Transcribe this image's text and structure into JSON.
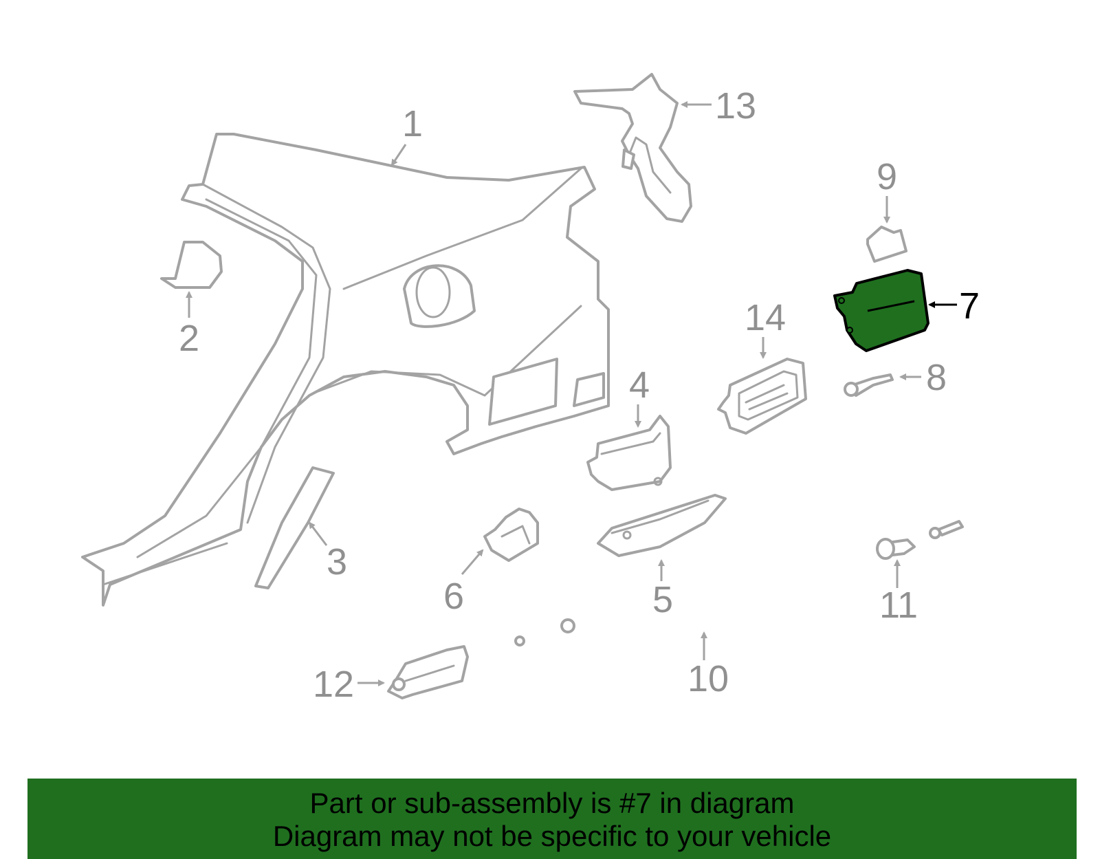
{
  "callouts": {
    "c1": "1",
    "c2": "2",
    "c3": "3",
    "c4": "4",
    "c5": "5",
    "c6": "6",
    "c7": "7",
    "c8": "8",
    "c9": "9",
    "c10": "10",
    "c11": "11",
    "c12": "12",
    "c13": "13",
    "c14": "14"
  },
  "highlight": {
    "part_number": "7",
    "color": "#1f6f1f"
  },
  "banner": {
    "line1": "Part or sub-assembly is #7 in diagram",
    "line2": "Diagram may not be specific to your vehicle",
    "background": "#1f6f1f"
  }
}
